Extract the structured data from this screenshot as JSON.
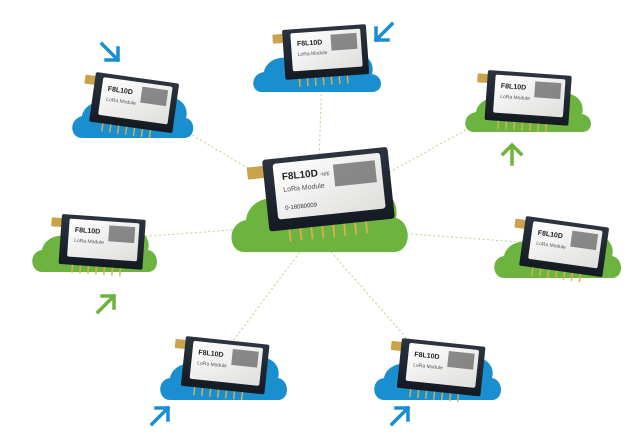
{
  "colors": {
    "blue_cloud": "#1a8fcf",
    "green_cloud": "#6db33f",
    "link_line": "#b8d98e",
    "board": "#1f2630",
    "shield": "#f4f4f1",
    "antenna": "#c9a24b",
    "pin": "#d8b14a",
    "arrow_blue": "#1a8fcf",
    "arrow_green": "#6db33f"
  },
  "center_module": {
    "model": "F8L10D",
    "model_suffix": "-N/E",
    "subtitle": "LoRa Module",
    "serial": "0-18080009",
    "cloud": "green"
  },
  "nodes": [
    {
      "name": "top-left",
      "model": "F8L10D",
      "subtitle": "LoRa Module",
      "cloud": "blue",
      "arrow": "in",
      "arrow_icon": "arrow-down-right-icon"
    },
    {
      "name": "top-center",
      "model": "F8L10D",
      "subtitle": "LoRa Module",
      "cloud": "blue",
      "arrow": "in",
      "arrow_icon": "arrow-down-left-icon"
    },
    {
      "name": "top-right",
      "model": "F8L10D",
      "subtitle": "LoRa Module",
      "cloud": "green",
      "arrow": "out",
      "arrow_icon": "arrow-up-icon"
    },
    {
      "name": "mid-left",
      "model": "F8L10D",
      "subtitle": "LoRa Module",
      "cloud": "green",
      "arrow": "out",
      "arrow_icon": "arrow-up-right-icon"
    },
    {
      "name": "mid-right",
      "model": "F8L10D",
      "subtitle": "LoRa Module",
      "cloud": "green",
      "arrow": "none",
      "arrow_icon": ""
    },
    {
      "name": "bottom-left",
      "model": "F8L10D",
      "subtitle": "LoRa Module",
      "cloud": "blue",
      "arrow": "in",
      "arrow_icon": "arrow-up-right-icon"
    },
    {
      "name": "bottom-right",
      "model": "F8L10D",
      "subtitle": "LoRa Module",
      "cloud": "blue",
      "arrow": "in",
      "arrow_icon": "arrow-up-right-icon"
    }
  ]
}
